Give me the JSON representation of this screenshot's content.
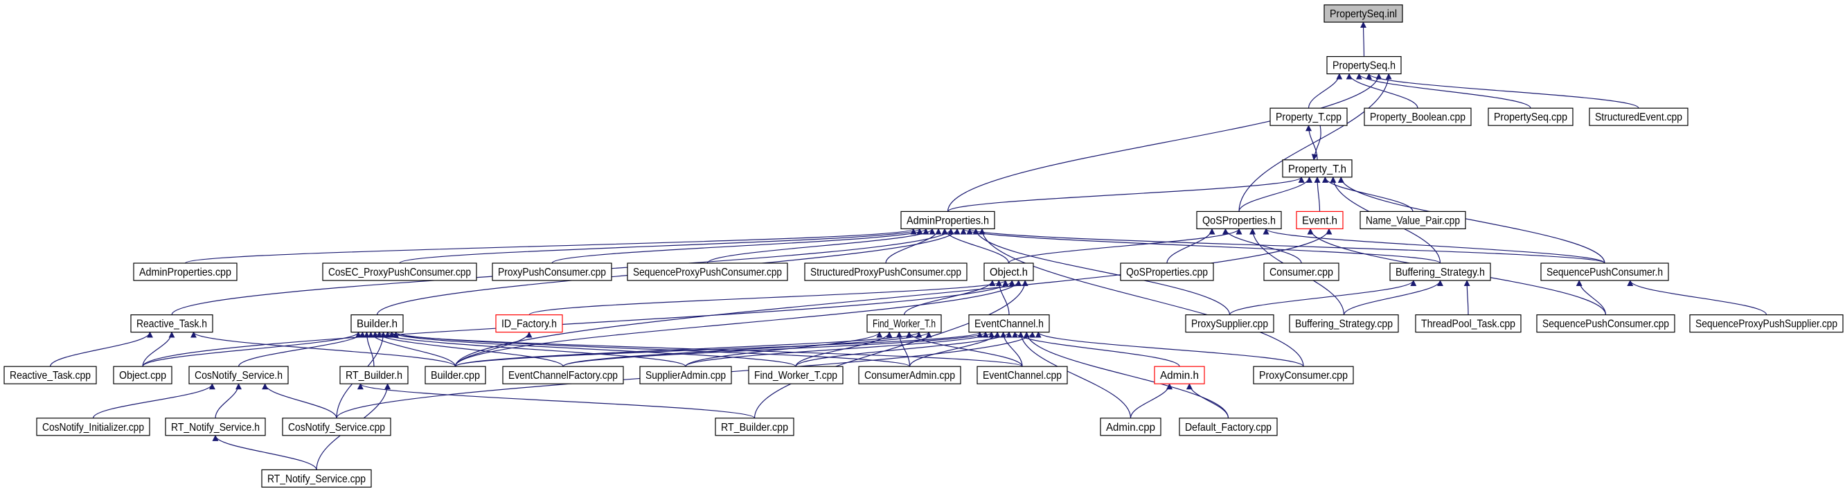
{
  "graph": {
    "kind": "include-dependency-graph",
    "edge_color": "#191970",
    "root_fill": "#bfbfbf",
    "missing_border_color": "#ff0000",
    "nodes": [
      {
        "id": "psinl",
        "label": "PropertySeq.inl",
        "style": "root"
      },
      {
        "id": "psh",
        "label": "PropertySeq.h",
        "style": "normal"
      },
      {
        "id": "ptcpp",
        "label": "Property_T.cpp",
        "style": "normal"
      },
      {
        "id": "pbool",
        "label": "Property_Boolean.cpp",
        "style": "normal"
      },
      {
        "id": "pscpp",
        "label": "PropertySeq.cpp",
        "style": "normal"
      },
      {
        "id": "secpp",
        "label": "StructuredEvent.cpp",
        "style": "normal"
      },
      {
        "id": "pth",
        "label": "Property_T.h",
        "style": "normal"
      },
      {
        "id": "aph",
        "label": "AdminProperties.h",
        "style": "normal"
      },
      {
        "id": "qosh",
        "label": "QoSProperties.h",
        "style": "normal"
      },
      {
        "id": "evh",
        "label": "Event.h",
        "style": "missing"
      },
      {
        "id": "nvp",
        "label": "Name_Value_Pair.cpp",
        "style": "normal"
      },
      {
        "id": "apcpp",
        "label": "AdminProperties.cpp",
        "style": "normal"
      },
      {
        "id": "cosec",
        "label": "CosEC_ProxyPushConsumer.cpp",
        "style": "normal"
      },
      {
        "id": "ppc",
        "label": "ProxyPushConsumer.cpp",
        "style": "normal"
      },
      {
        "id": "sppc",
        "label": "SequenceProxyPushConsumer.cpp",
        "style": "normal"
      },
      {
        "id": "stppc",
        "label": "StructuredProxyPushConsumer.cpp",
        "style": "normal"
      },
      {
        "id": "objh",
        "label": "Object.h",
        "style": "normal"
      },
      {
        "id": "qoscpp",
        "label": "QoSProperties.cpp",
        "style": "normal"
      },
      {
        "id": "conscpp",
        "label": "Consumer.cpp",
        "style": "normal"
      },
      {
        "id": "bsh",
        "label": "Buffering_Strategy.h",
        "style": "normal"
      },
      {
        "id": "spch",
        "label": "SequencePushConsumer.h",
        "style": "normal"
      },
      {
        "id": "rth",
        "label": "Reactive_Task.h",
        "style": "normal"
      },
      {
        "id": "bh",
        "label": "Builder.h",
        "style": "normal"
      },
      {
        "id": "idf",
        "label": "ID_Factory.h",
        "style": "missing"
      },
      {
        "id": "fwth",
        "label": "Find_Worker_T.h",
        "style": "normal"
      },
      {
        "id": "ech",
        "label": "EventChannel.h",
        "style": "normal"
      },
      {
        "id": "pscpp2",
        "label": "ProxySupplier.cpp",
        "style": "normal"
      },
      {
        "id": "bscpp",
        "label": "Buffering_Strategy.cpp",
        "style": "normal"
      },
      {
        "id": "tpt",
        "label": "ThreadPool_Task.cpp",
        "style": "normal"
      },
      {
        "id": "spccpp",
        "label": "SequencePushConsumer.cpp",
        "style": "normal"
      },
      {
        "id": "spps",
        "label": "SequenceProxyPushSupplier.cpp",
        "style": "normal"
      },
      {
        "id": "rtcpp",
        "label": "Reactive_Task.cpp",
        "style": "normal"
      },
      {
        "id": "objcpp",
        "label": "Object.cpp",
        "style": "normal"
      },
      {
        "id": "cnsh",
        "label": "CosNotify_Service.h",
        "style": "normal"
      },
      {
        "id": "rtbh",
        "label": "RT_Builder.h",
        "style": "normal"
      },
      {
        "id": "bcpp",
        "label": "Builder.cpp",
        "style": "normal"
      },
      {
        "id": "ecf",
        "label": "EventChannelFactory.cpp",
        "style": "normal"
      },
      {
        "id": "sacpp",
        "label": "SupplierAdmin.cpp",
        "style": "normal"
      },
      {
        "id": "fwtcpp",
        "label": "Find_Worker_T.cpp",
        "style": "normal"
      },
      {
        "id": "cacpp",
        "label": "ConsumerAdmin.cpp",
        "style": "normal"
      },
      {
        "id": "eccpp",
        "label": "EventChannel.cpp",
        "style": "normal"
      },
      {
        "id": "adminh",
        "label": "Admin.h",
        "style": "missing"
      },
      {
        "id": "pccpp",
        "label": "ProxyConsumer.cpp",
        "style": "normal"
      },
      {
        "id": "cni",
        "label": "CosNotify_Initializer.cpp",
        "style": "normal"
      },
      {
        "id": "rtnsh",
        "label": "RT_Notify_Service.h",
        "style": "normal"
      },
      {
        "id": "cnscpp",
        "label": "CosNotify_Service.cpp",
        "style": "normal"
      },
      {
        "id": "rtbcpp",
        "label": "RT_Builder.cpp",
        "style": "normal"
      },
      {
        "id": "admincpp",
        "label": "Admin.cpp",
        "style": "normal"
      },
      {
        "id": "dfcpp",
        "label": "Default_Factory.cpp",
        "style": "normal"
      },
      {
        "id": "rtnscpp",
        "label": "RT_Notify_Service.cpp",
        "style": "normal"
      }
    ],
    "edges": [
      [
        "psh",
        "psinl"
      ],
      [
        "ptcpp",
        "psh"
      ],
      [
        "pbool",
        "psh"
      ],
      [
        "pscpp",
        "psh"
      ],
      [
        "secpp",
        "psh"
      ],
      [
        "aph",
        "psh"
      ],
      [
        "qosh",
        "psh"
      ],
      [
        "pth",
        "ptcpp"
      ],
      [
        "ptcpp",
        "pth"
      ],
      [
        "aph",
        "pth"
      ],
      [
        "qosh",
        "pth"
      ],
      [
        "evh",
        "pth"
      ],
      [
        "nvp",
        "pth"
      ],
      [
        "bsh",
        "pth"
      ],
      [
        "spch",
        "pth"
      ],
      [
        "apcpp",
        "aph"
      ],
      [
        "cosec",
        "aph"
      ],
      [
        "ppc",
        "aph"
      ],
      [
        "sppc",
        "aph"
      ],
      [
        "stppc",
        "aph"
      ],
      [
        "objh",
        "aph"
      ],
      [
        "rth",
        "aph"
      ],
      [
        "bh",
        "aph"
      ],
      [
        "bsh",
        "aph"
      ],
      [
        "spch",
        "aph"
      ],
      [
        "pscpp2",
        "aph"
      ],
      [
        "pccpp",
        "aph"
      ],
      [
        "qoscpp",
        "qosh"
      ],
      [
        "conscpp",
        "qosh"
      ],
      [
        "objh",
        "qosh"
      ],
      [
        "bscpp",
        "qosh"
      ],
      [
        "spch",
        "qosh"
      ],
      [
        "spccpp",
        "evh"
      ],
      [
        "bcpp",
        "evh"
      ],
      [
        "pscpp2",
        "bsh"
      ],
      [
        "bscpp",
        "bsh"
      ],
      [
        "tpt",
        "bsh"
      ],
      [
        "spccpp",
        "spch"
      ],
      [
        "spps",
        "spch"
      ],
      [
        "fwth",
        "objh"
      ],
      [
        "ech",
        "objh"
      ],
      [
        "idf",
        "objh"
      ],
      [
        "objcpp",
        "objh"
      ],
      [
        "bcpp",
        "objh"
      ],
      [
        "rtbcpp",
        "objh"
      ],
      [
        "rtcpp",
        "rth"
      ],
      [
        "objcpp",
        "rth"
      ],
      [
        "bcpp",
        "rth"
      ],
      [
        "objcpp",
        "bh"
      ],
      [
        "cnsh",
        "bh"
      ],
      [
        "rtbh",
        "bh"
      ],
      [
        "bcpp",
        "bh"
      ],
      [
        "ecf",
        "bh"
      ],
      [
        "sacpp",
        "bh"
      ],
      [
        "cnscpp",
        "bh"
      ],
      [
        "eccpp",
        "bh"
      ],
      [
        "fwtcpp",
        "bh"
      ],
      [
        "cacpp",
        "bh"
      ],
      [
        "bcpp",
        "idf"
      ],
      [
        "sacpp",
        "fwth"
      ],
      [
        "fwtcpp",
        "fwth"
      ],
      [
        "cacpp",
        "fwth"
      ],
      [
        "eccpp",
        "fwth"
      ],
      [
        "bcpp",
        "fwth"
      ],
      [
        "ecf",
        "fwth"
      ],
      [
        "bcpp",
        "ech"
      ],
      [
        "ecf",
        "ech"
      ],
      [
        "sacpp",
        "ech"
      ],
      [
        "cacpp",
        "ech"
      ],
      [
        "eccpp",
        "ech"
      ],
      [
        "fwtcpp",
        "ech"
      ],
      [
        "adminh",
        "ech"
      ],
      [
        "admincpp",
        "ech"
      ],
      [
        "dfcpp",
        "ech"
      ],
      [
        "cnscpp",
        "ech"
      ],
      [
        "pccpp",
        "ech"
      ],
      [
        "cni",
        "cnsh"
      ],
      [
        "rtnsh",
        "cnsh"
      ],
      [
        "cnscpp",
        "cnsh"
      ],
      [
        "rtbcpp",
        "rtbh"
      ],
      [
        "rtnscpp",
        "rtbh"
      ],
      [
        "rtnscpp",
        "rtnsh"
      ],
      [
        "admincpp",
        "adminh"
      ],
      [
        "dfcpp",
        "adminh"
      ]
    ]
  }
}
